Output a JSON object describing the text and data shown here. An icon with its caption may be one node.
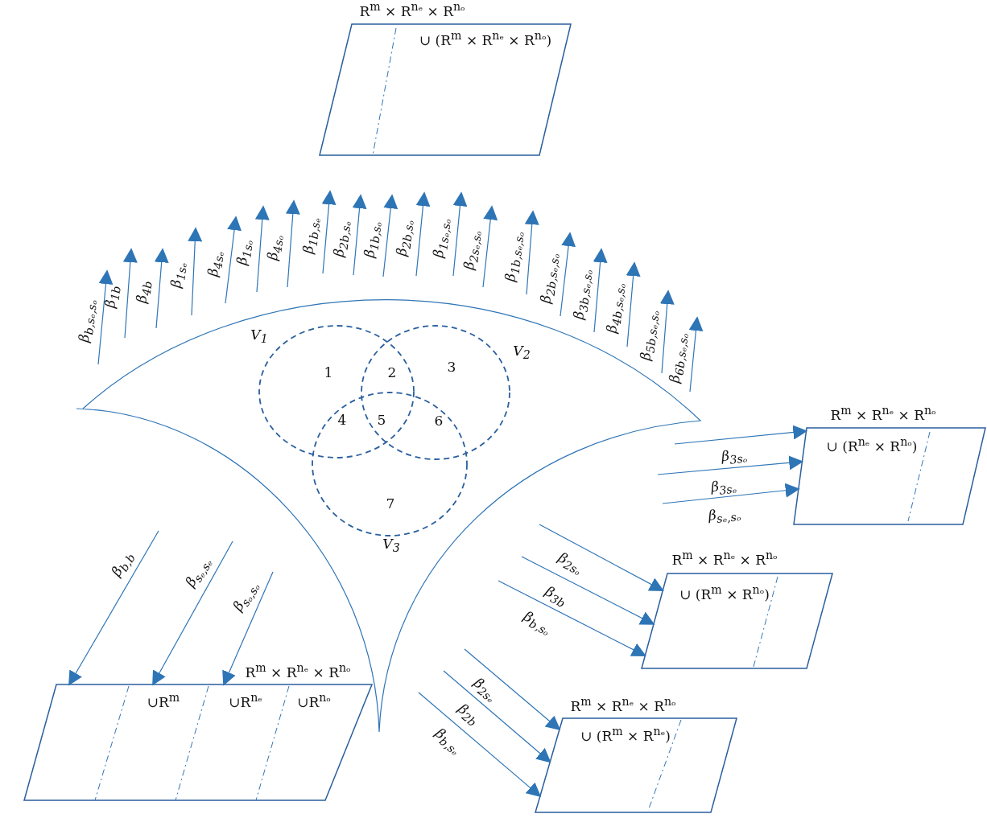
{
  "diagram": {
    "nodes": [
      {
        "text": [],
        "shape": "circle",
        "beside": [
          "V$_{1}$"
        ]
      },
      {
        "text": [],
        "shape": "circle",
        "beside": [
          "V$_{2}$"
        ]
      },
      {
        "text": [],
        "shape": "circle",
        "beside": [
          "V$_{3}$"
        ]
      },
      {
        "text": [
          "R$^{m}$ × R$^{nₑ}$ × R$^{nₒ}$",
          "∪ (R$^{m}$ × R$^{nₑ}$ × R$^{nₒ}$)"
        ]
      },
      {
        "text": [
          "R$^{m}$ × R$^{nₑ}$ × R$^{nₒ}$",
          "∪ (R$^{nₑ}$ × R$^{nₒ}$)"
        ]
      },
      {
        "text": [
          "R$^{m}$ × R$^{nₑ}$ × R$^{nₒ}$",
          "∪ (R$^{m}$ × R$^{nₒ}$)"
        ]
      },
      {
        "text": [
          "R$^{m}$ × R$^{nₑ}$ × R$^{nₒ}$",
          "∪ (R$^{m}$ × R$^{nₑ}$)"
        ]
      },
      {
        "text": [
          "R$^{m}$ × R$^{nₑ}$ × R$^{nₒ}$",
          "∪R$^{m}$",
          "∪R$^{nₑ}$",
          "∪R$^{nₒ}$"
        ]
      }
    ],
    "edges": [
      {
        "from": null,
        "to": 4,
        "arrow": "to",
        "label": "β$_{3sₒ}$"
      },
      {
        "from": null,
        "to": 4,
        "arrow": "to",
        "label": "β$_{3sₑ}$"
      },
      {
        "from": null,
        "to": 4,
        "arrow": "to",
        "label": "β$_{sₑ,sₒ}$"
      },
      {
        "from": null,
        "to": 5,
        "arrow": "to",
        "label": "β$_{2sₒ}$"
      },
      {
        "from": null,
        "to": 5,
        "arrow": "to",
        "label": "β$_{3b}$"
      },
      {
        "from": null,
        "to": 5,
        "arrow": "to",
        "label": "β$_{b,sₒ}$"
      },
      {
        "from": null,
        "to": 6,
        "arrow": "to",
        "label": "β$_{2sₑ}$"
      },
      {
        "from": null,
        "to": 6,
        "arrow": "to",
        "label": "β$_{2b}$"
      },
      {
        "from": null,
        "to": 6,
        "arrow": "to",
        "label": "β$_{b,sₑ}$"
      },
      {
        "from": null,
        "to": 7,
        "arrow": "to",
        "label": "β$_{b,b}$"
      },
      {
        "from": null,
        "to": 7,
        "arrow": "to",
        "label": "β$_{sₑ,sₑ}$"
      },
      {
        "from": null,
        "to": 7,
        "arrow": "to",
        "label": "β$_{sₒ,sₒ}$"
      }
    ],
    "labels": [
      "β$_{b,sₑ,sₒ}$",
      "β$_{1b}$",
      "β$_{4b}$",
      "β$_{1sₑ}$",
      "β$_{4sₑ}$",
      "β$_{1sₒ}$",
      "β$_{4sₒ}$",
      "β$_{1b,sₑ}$",
      "β$_{2b,sₑ}$",
      "β$_{1b,sₒ}$",
      "β$_{2b,sₒ}$",
      "β$_{1sₑ,sₒ}$",
      "β$_{2sₑ,sₒ}$",
      "β$_{1b,sₑ,sₒ}$",
      "β$_{2b,sₑ,sₒ}$",
      "β$_{3b,sₑ,sₒ}$",
      "β$_{4b,sₑ,sₒ}$",
      "β$_{5b,sₑ,sₒ}$",
      "β$_{6b,sₑ,sₒ}$",
      "1",
      "2",
      "3",
      "4",
      "5",
      "6",
      "7"
    ]
  }
}
